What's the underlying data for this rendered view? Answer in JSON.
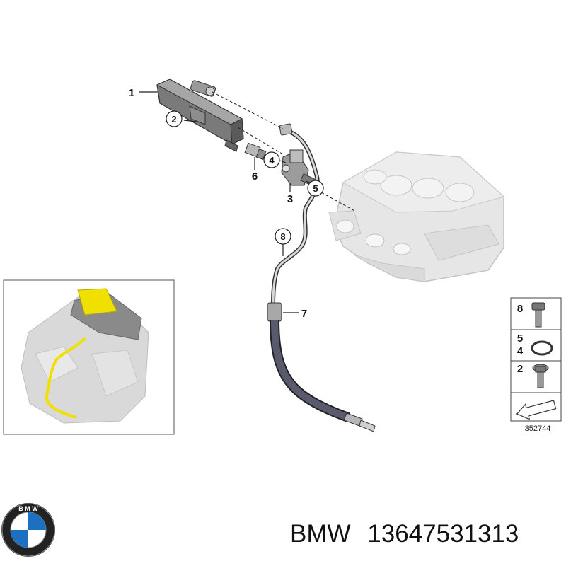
{
  "callouts": {
    "c1": "1",
    "c2": "2",
    "c3": "3",
    "c4": "4",
    "c5": "5",
    "c6": "6",
    "c7": "7",
    "c8": "8"
  },
  "legend": {
    "rows": [
      {
        "labels": [
          "8"
        ],
        "icon": "bolt-icon"
      },
      {
        "labels": [
          "5",
          "4"
        ],
        "icon": "o-ring-icon"
      },
      {
        "labels": [
          "2"
        ],
        "icon": "flange-bolt-icon"
      }
    ],
    "footer_icon": "arrow-icon"
  },
  "diagram_ref": "352744",
  "brand": "BMW",
  "part_number": "13647531313",
  "colors": {
    "hose": "#5a5a6e",
    "highlight": "#f0e000",
    "engine": "#c8c8c8"
  }
}
